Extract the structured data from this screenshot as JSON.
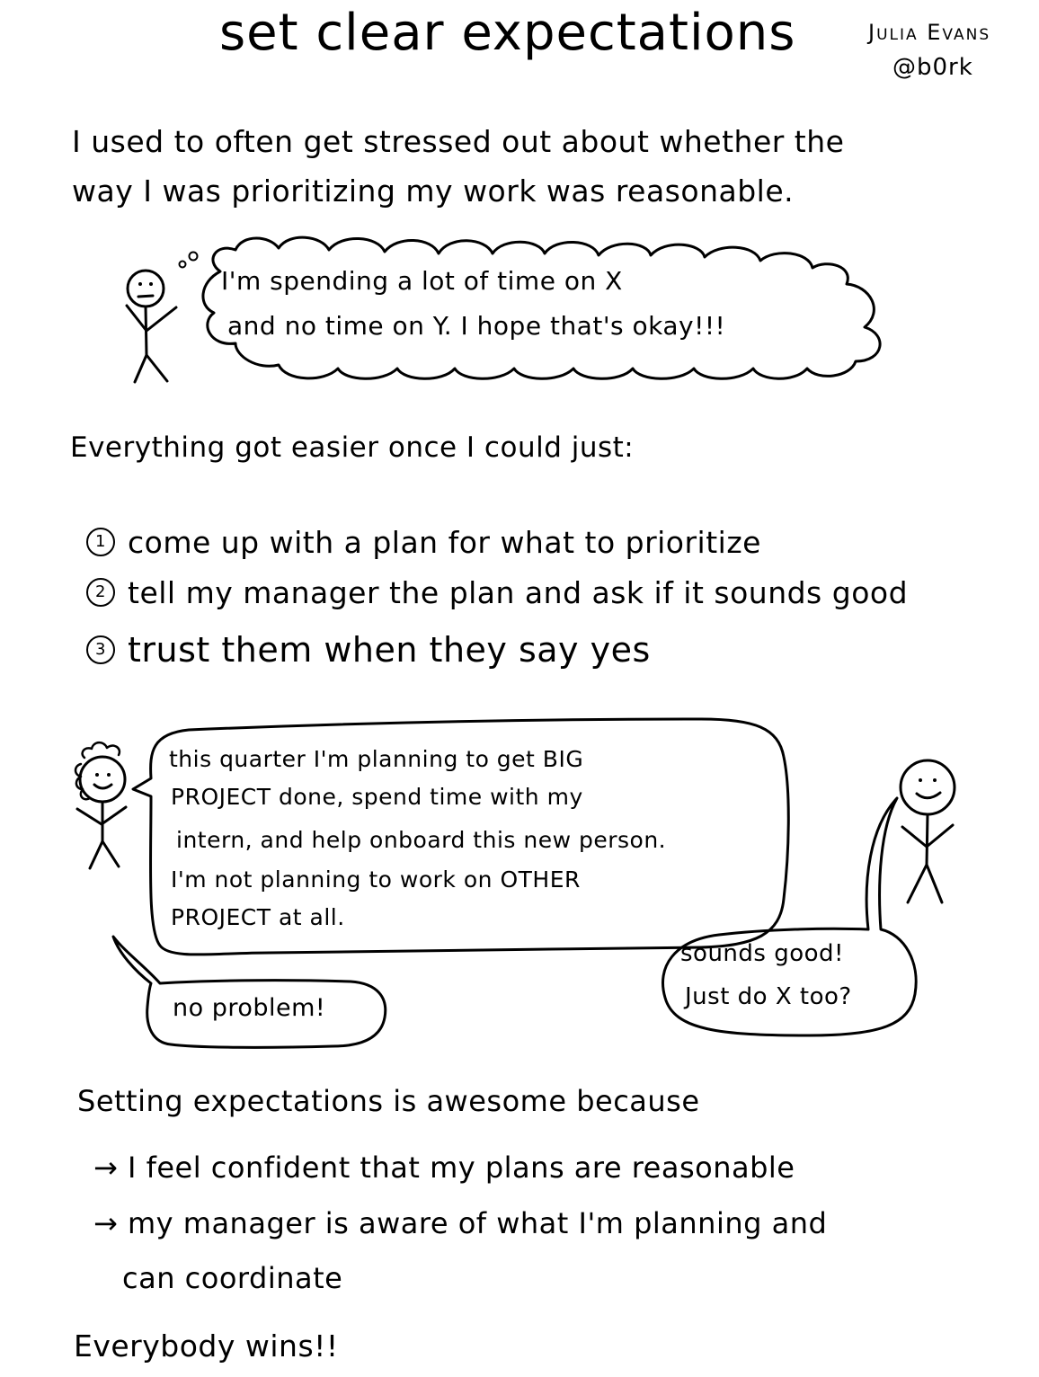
{
  "header": {
    "title": "set clear expectations",
    "author": "Julia Evans",
    "handle": "@b0rk"
  },
  "intro": {
    "line1": "I used to often get stressed out about whether the",
    "line2": "way I was prioritizing my work was reasonable."
  },
  "thought_bubble": {
    "line1": "I'm spending a lot of time on X",
    "line2": "and no time on Y. I hope that's okay!!!"
  },
  "easier_heading": "Everything got easier once I could just:",
  "steps": [
    {
      "number": "1",
      "text": "come up with a plan for what to prioritize"
    },
    {
      "number": "2",
      "text": "tell my manager the plan and ask if it sounds good"
    },
    {
      "number": "3",
      "text": "trust them when they say yes"
    }
  ],
  "conversation": {
    "plan_bubble": [
      "this quarter I'm planning to get BIG",
      "PROJECT done, spend time with my",
      "intern, and help onboard this new person.",
      "I'm not planning to work on OTHER",
      "PROJECT at all."
    ],
    "reply_left": "no problem!",
    "reply_right_line1": "sounds good!",
    "reply_right_line2": "Just do X too?"
  },
  "because": {
    "heading": "Setting expectations is awesome because",
    "arrow_glyph": "→",
    "item1": "I feel confident that my plans are reasonable",
    "item2_line1": "my manager is aware of what I'm planning and",
    "item2_line2": "can coordinate"
  },
  "closing": "Everybody wins!!"
}
